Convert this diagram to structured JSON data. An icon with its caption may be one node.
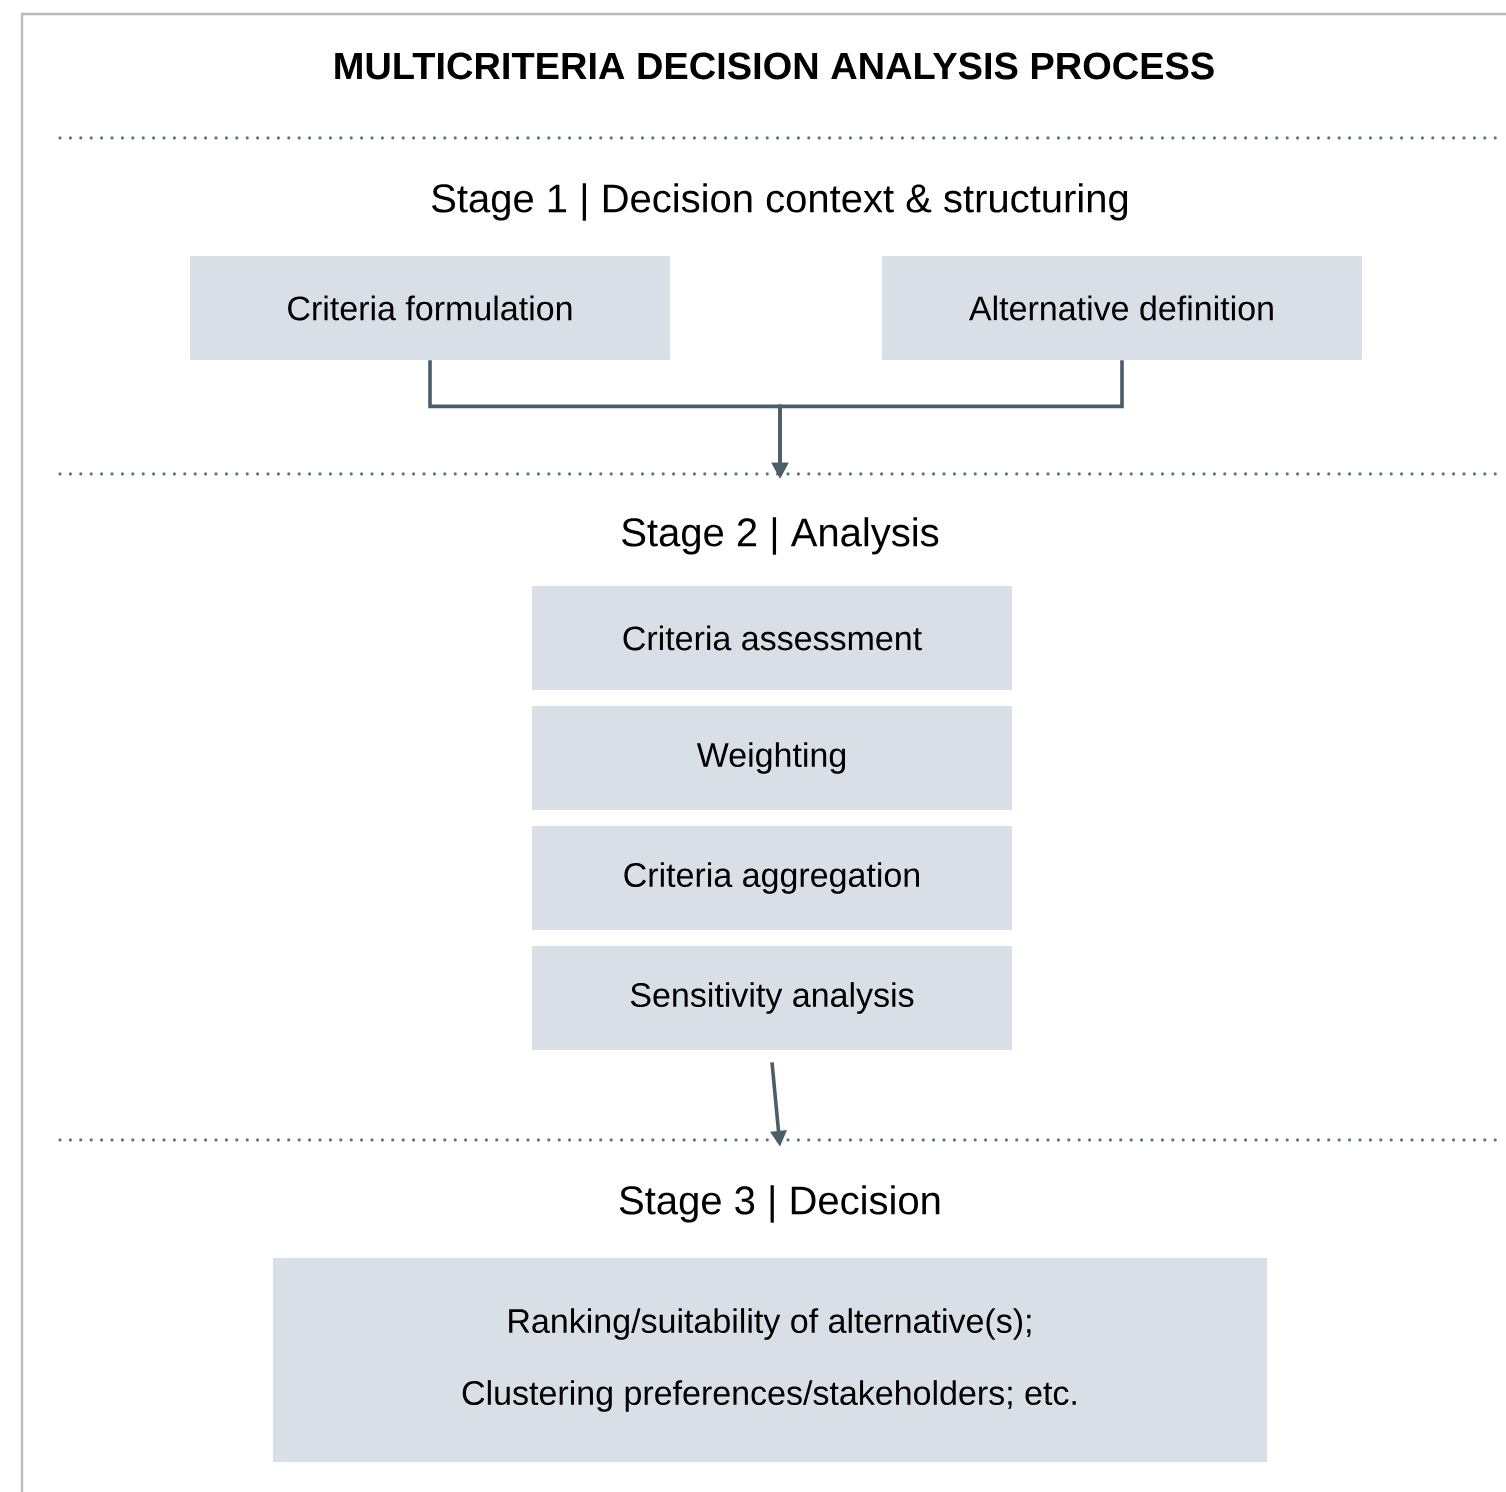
{
  "diagram": {
    "title": "MULTICRITERIA DECISION ANALYSIS PROCESS",
    "nodes": [
      {
        "text": [
          "Stage 1 | Decision context & structuring"
        ]
      },
      {
        "text": [
          "Criteria formulation"
        ]
      },
      {
        "text": [
          "Alternative definition"
        ]
      },
      {
        "text": [
          "Stage 2 | Analysis"
        ]
      },
      {
        "text": [
          "Criteria assessment"
        ]
      },
      {
        "text": [
          "Weighting"
        ]
      },
      {
        "text": [
          "Criteria aggregation"
        ]
      },
      {
        "text": [
          "Sensitivity analysis"
        ]
      },
      {
        "text": [
          "Stage 3 | Decision"
        ]
      },
      {
        "text": [
          "Ranking/suitability of alternative(s);",
          "Clustering preferences/stakeholders; etc."
        ]
      }
    ],
    "edges": [
      {
        "from": 1,
        "to": 3,
        "arrow": "to"
      },
      {
        "from": 2,
        "to": 3,
        "arrow": "to"
      },
      {
        "from": 7,
        "to": 8,
        "arrow": "to"
      }
    ]
  }
}
